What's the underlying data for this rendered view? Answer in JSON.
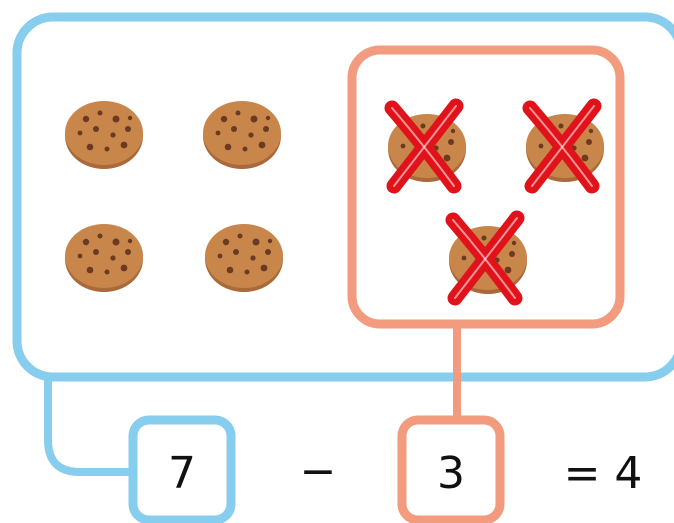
{
  "equation": {
    "total": "7",
    "operator": "−",
    "removed": "3",
    "result": "= 4"
  },
  "cookies": {
    "kept": 4,
    "crossed_out": 3
  },
  "colors": {
    "total_group_border": "#87CDEE",
    "removed_group_border": "#F39B7E",
    "cookie_fill": "#C8864B",
    "cookie_chip": "#6B3A23",
    "cross_mark": "#E0131B"
  }
}
